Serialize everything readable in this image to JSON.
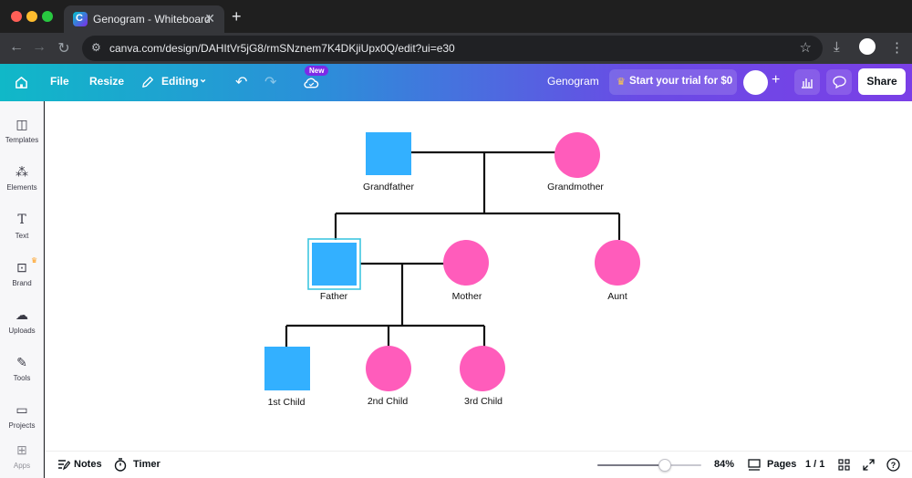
{
  "browser": {
    "tab_title": "Genogram - Whiteboard",
    "url": "canva.com/design/DAHItVr5jG8/rmSNznem7K4DKjiUpx0Q/edit?ui=e30"
  },
  "toolbar": {
    "file": "File",
    "resize": "Resize",
    "editing": "Editing",
    "new_badge": "New",
    "doc_title": "Genogram",
    "trial": "Start your trial for $0",
    "share": "Share"
  },
  "sidebar": {
    "items": [
      {
        "label": "Templates",
        "icon": "templates-icon"
      },
      {
        "label": "Elements",
        "icon": "elements-icon"
      },
      {
        "label": "Text",
        "icon": "text-icon"
      },
      {
        "label": "Brand",
        "icon": "brand-icon"
      },
      {
        "label": "Uploads",
        "icon": "uploads-icon"
      },
      {
        "label": "Tools",
        "icon": "tools-icon"
      },
      {
        "label": "Projects",
        "icon": "projects-icon"
      },
      {
        "label": "Apps",
        "icon": "apps-icon"
      }
    ]
  },
  "genogram": {
    "colors": {
      "male": "#33b0ff",
      "female": "#ff5cbb",
      "line": "#111111",
      "selection": "#3fc6e0"
    },
    "members": {
      "grandfather": {
        "label": "Grandfather",
        "sex": "male"
      },
      "grandmother": {
        "label": "Grandmother",
        "sex": "female"
      },
      "father": {
        "label": "Father",
        "sex": "male",
        "selected": true
      },
      "mother": {
        "label": "Mother",
        "sex": "female"
      },
      "aunt": {
        "label": "Aunt",
        "sex": "female"
      },
      "child1": {
        "label": "1st Child",
        "sex": "male"
      },
      "child2": {
        "label": "2nd Child",
        "sex": "female"
      },
      "child3": {
        "label": "3rd Child",
        "sex": "female"
      }
    }
  },
  "bottombar": {
    "notes": "Notes",
    "timer": "Timer",
    "zoom_level": "84%",
    "zoom_fraction": 0.65,
    "pages": "Pages",
    "page_count": "1 / 1"
  }
}
